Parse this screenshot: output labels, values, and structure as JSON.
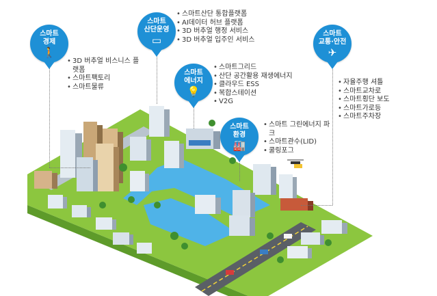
{
  "categories": [
    {
      "id": "economy",
      "title": [
        "스마트",
        "경제"
      ],
      "icon": "walking-people-icon",
      "items": [
        "3D 버추얼 비스니스 플랫폼",
        "스마트팩토리",
        "스마트물류"
      ]
    },
    {
      "id": "operation",
      "title": [
        "스마트",
        "산단운영"
      ],
      "icon": "monitor-icon",
      "items": [
        "스마트산단 통합플랫폼",
        "AI데이터 허브 플랫폼",
        "3D 버추얼 행정 서비스",
        "3D 버추얼 입주인 서비스"
      ]
    },
    {
      "id": "energy",
      "title": [
        "스마트",
        "에너지"
      ],
      "icon": "lightbulb-icon",
      "items": [
        "스마트그리드",
        "산단 공간활용 재생에너지",
        "클라우드 ESS",
        "복합스테이션",
        "V2G"
      ]
    },
    {
      "id": "environment",
      "title": [
        "스마트",
        "환경"
      ],
      "icon": "factory-icon",
      "items": [
        "스마트 그린에너지 파크",
        "스마트관수(LID)",
        "쿨링포그"
      ]
    },
    {
      "id": "transport",
      "title": [
        "스마트",
        "교통·안전"
      ],
      "icon": "airplane-icon",
      "items": [
        "자율주행 셔틀",
        "스마트교차로",
        "스마트횡단 보도",
        "스마트가로등",
        "스마트주차장"
      ]
    }
  ],
  "colors": {
    "pin": "#1e90d6",
    "ground": "#8cc63f",
    "ground_side": "#5e9b2a",
    "water": "#4fb3e8",
    "road": "#5a5f66",
    "building_light": "#e4ecf2",
    "building_dark": "#9aa8b5"
  }
}
